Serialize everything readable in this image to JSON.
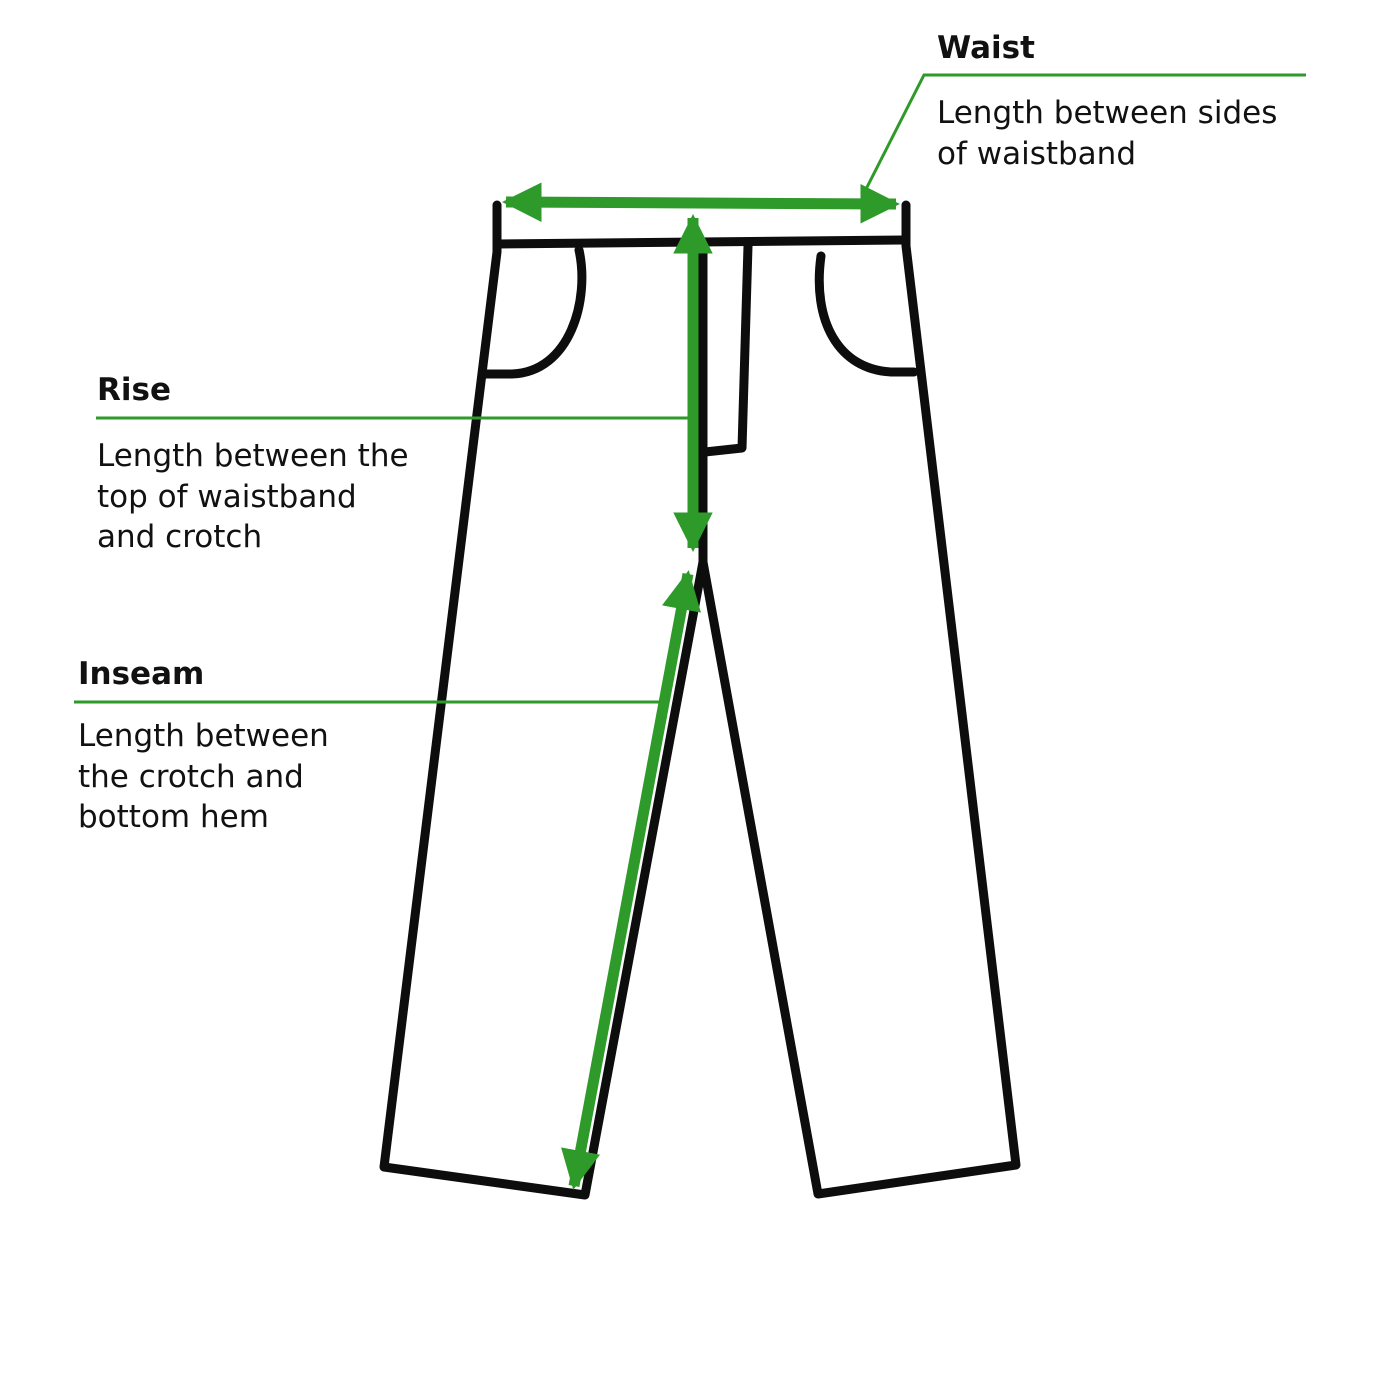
{
  "colors": {
    "accent": "#2e9a2a",
    "outline": "#0d0d0d",
    "background": "#ffffff"
  },
  "measurements": {
    "waist": {
      "title": "Waist",
      "description": "Length between sides\nof waistband"
    },
    "rise": {
      "title": "Rise",
      "description": "Length between the\ntop of waistband\nand crotch"
    },
    "inseam": {
      "title": "Inseam",
      "description": "Length between\nthe crotch and\nbottom hem"
    }
  }
}
